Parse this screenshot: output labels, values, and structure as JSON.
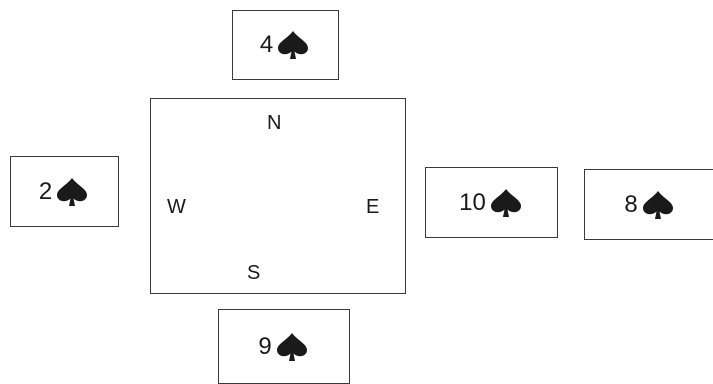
{
  "table": {
    "north_label": "N",
    "west_label": "W",
    "east_label": "E",
    "south_label": "S"
  },
  "cards": {
    "north": {
      "rank": "4",
      "suit": "spade-icon"
    },
    "west": {
      "rank": "2",
      "suit": "spade-icon"
    },
    "east": {
      "rank": "10",
      "suit": "spade-icon"
    },
    "far_east": {
      "rank": "8",
      "suit": "spade-icon"
    },
    "south": {
      "rank": "9",
      "suit": "spade-icon"
    }
  },
  "colors": {
    "suit": "#1a1a1a",
    "border": "#3a3a3a"
  }
}
